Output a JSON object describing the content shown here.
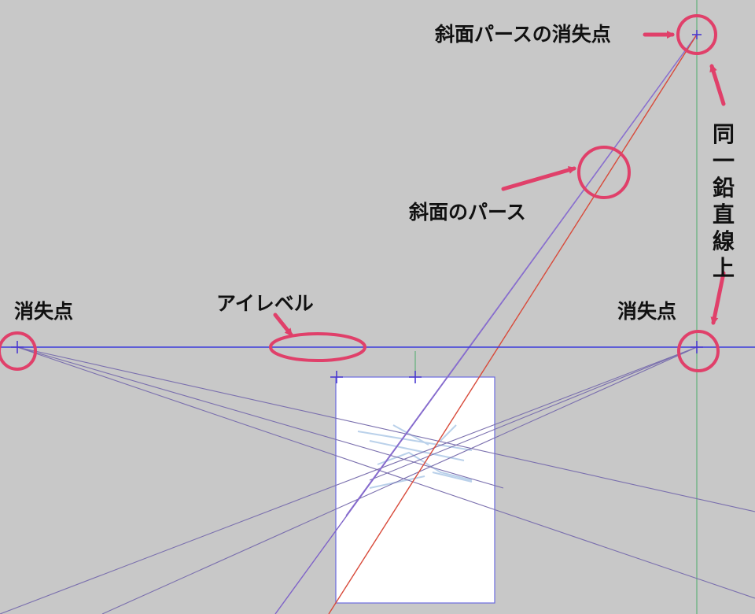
{
  "labels": {
    "vp_left": "消失点",
    "vp_right": "消失点",
    "eye_level": "アイレベル",
    "slope_vp": "斜面パースの消失点",
    "slope_perspective": "斜面のパース",
    "vertical_note": [
      "同",
      "一",
      "鉛",
      "直",
      "線",
      "上"
    ]
  },
  "colors": {
    "background": "#c8c8c8",
    "horizon_line": "#3b3bdc",
    "vertical_guide": "#62b07a",
    "perspective_lines": "#7a6fae",
    "slope_line_red": "#d84a3a",
    "slope_line_purple": "#7f63c8",
    "annotation": "#e0406a",
    "canvas_fill": "#ffffff",
    "canvas_border": "#6a6ae0"
  }
}
